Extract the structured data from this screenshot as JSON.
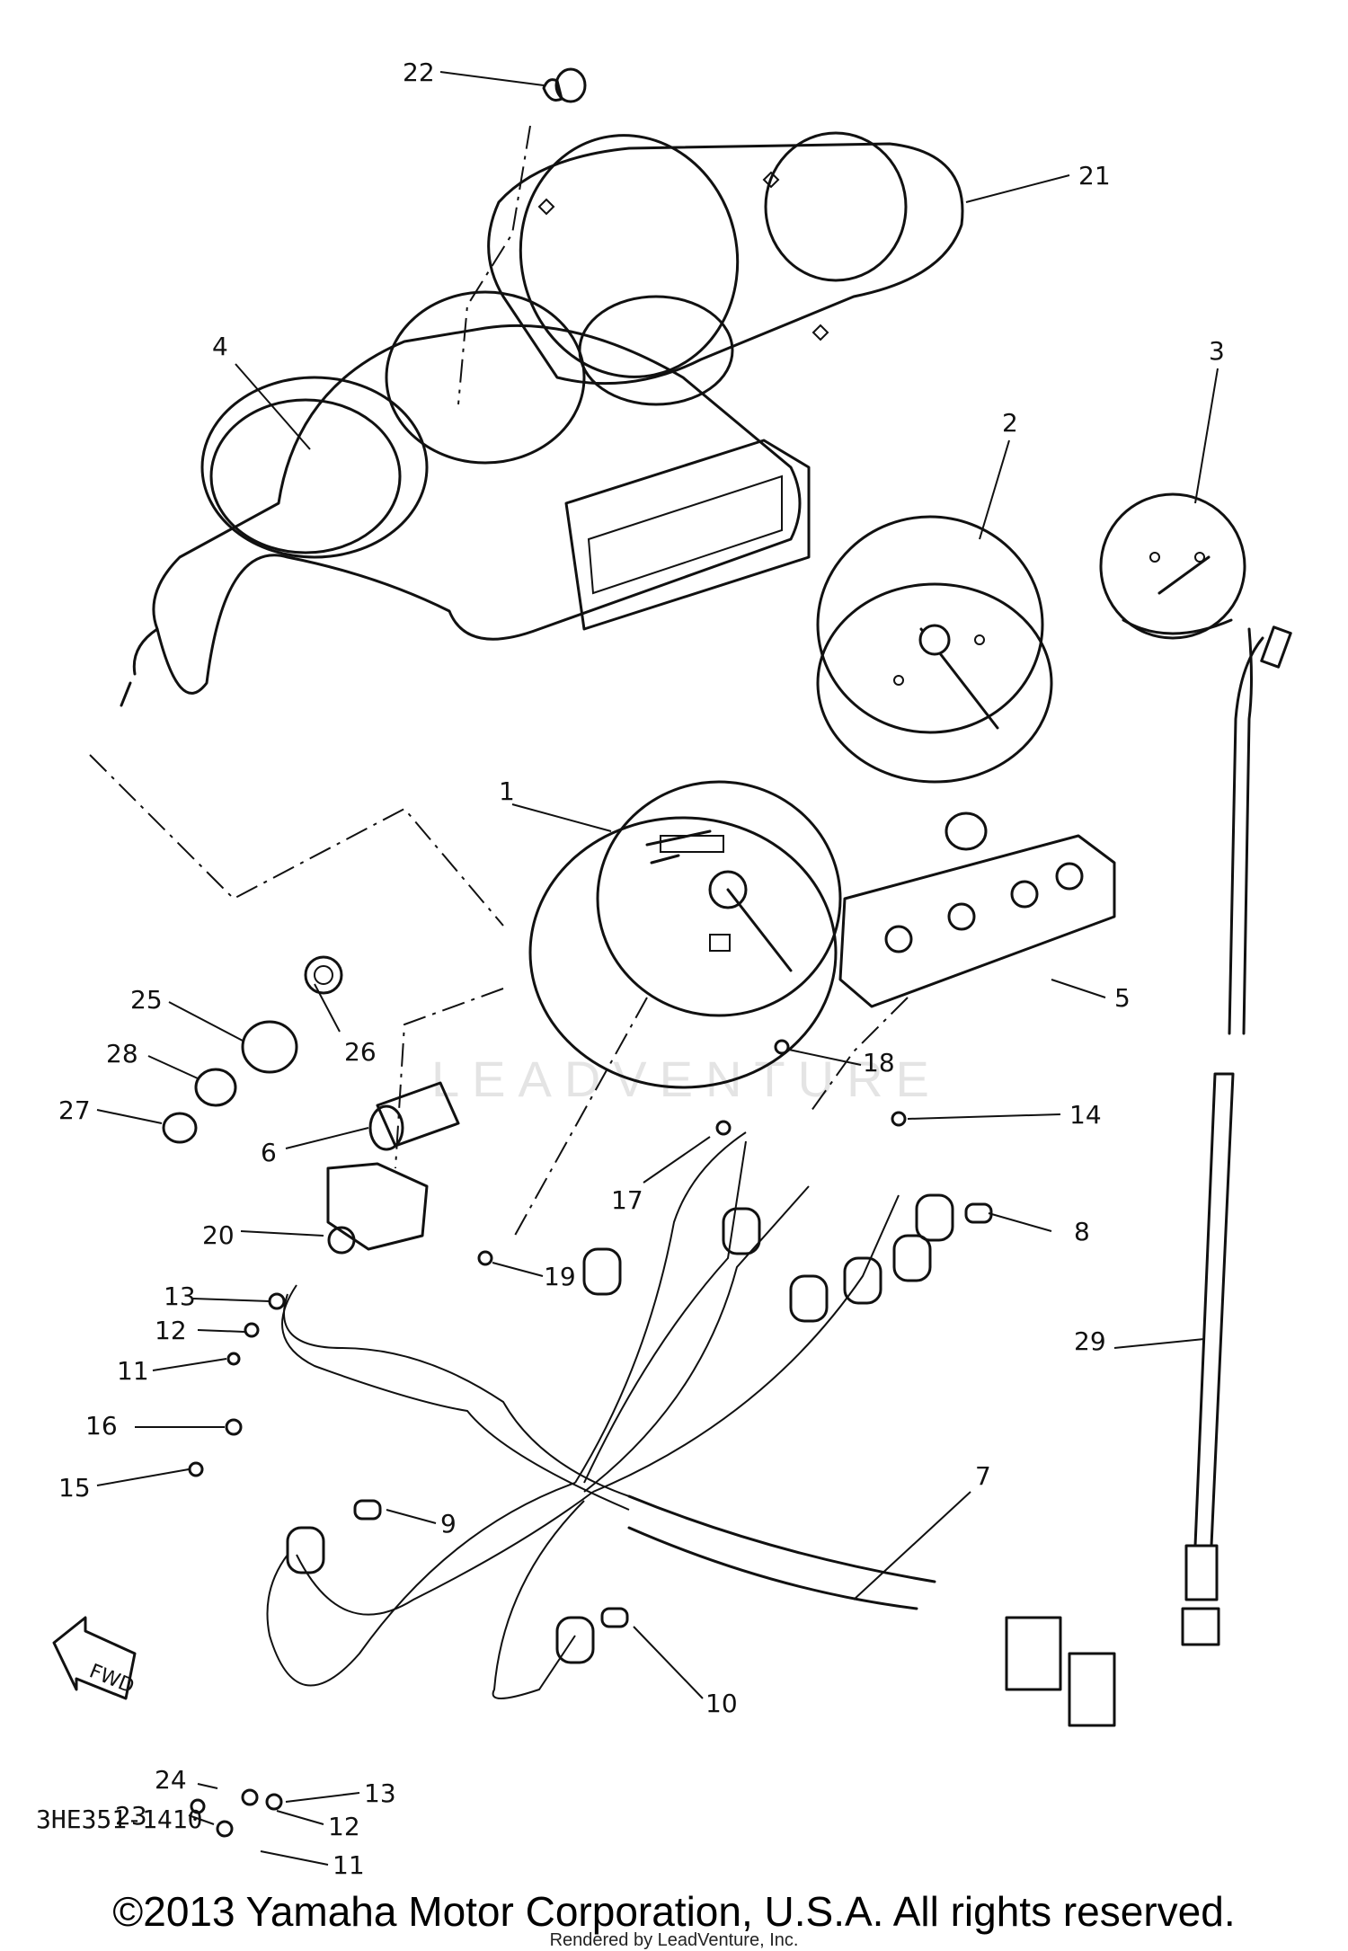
{
  "diagram": {
    "ref_code": "3HE351-1410",
    "fwd_label": "FWD",
    "watermark": "LEADVENTURE",
    "callouts": [
      "1",
      "2",
      "3",
      "4",
      "5",
      "6",
      "7",
      "8",
      "9",
      "10",
      "11",
      "12",
      "13",
      "14",
      "15",
      "16",
      "17",
      "18",
      "19",
      "20",
      "21",
      "22",
      "23",
      "24",
      "25",
      "26",
      "27",
      "28",
      "29"
    ],
    "extra_callouts": {
      "c11b": "11",
      "c12b": "12",
      "c13b": "13"
    }
  },
  "footer": {
    "copyright": "©2013 Yamaha Motor Corporation, U.S.A. All rights reserved.",
    "rendered_by": "Rendered by LeadVenture, Inc."
  }
}
